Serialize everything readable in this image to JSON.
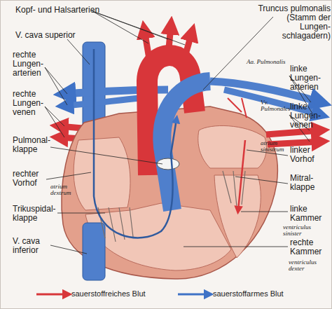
{
  "diagram": {
    "labels": [
      "Kopf- und Halsarterien",
      "V. cava superior",
      "rechte Lungen- arterien",
      "rechte Lungen- venen",
      "Pulmonal- klappe",
      "rechter Vorhof",
      "atrium dextrum",
      "Trikuspidal- klappe",
      "V. cava inferior",
      "Truncus pulmonalis (Stamm der Lungen- schlagadern)",
      "Aa. Pulmonalis",
      "linke Lungen- arterien",
      "Vv. Pulmonales",
      "linke Lungen- venen",
      "atrium sinistrum",
      "linker Vorhof",
      "Mitral- klappe",
      "linke Kammer",
      "ventriculus sinister",
      "rechte Kammer",
      "ventriculus dexter"
    ],
    "legend": [
      {
        "text": "sauerstoffreiches Blut"
      },
      {
        "text": "sauerstoffarmes Blut"
      }
    ]
  }
}
